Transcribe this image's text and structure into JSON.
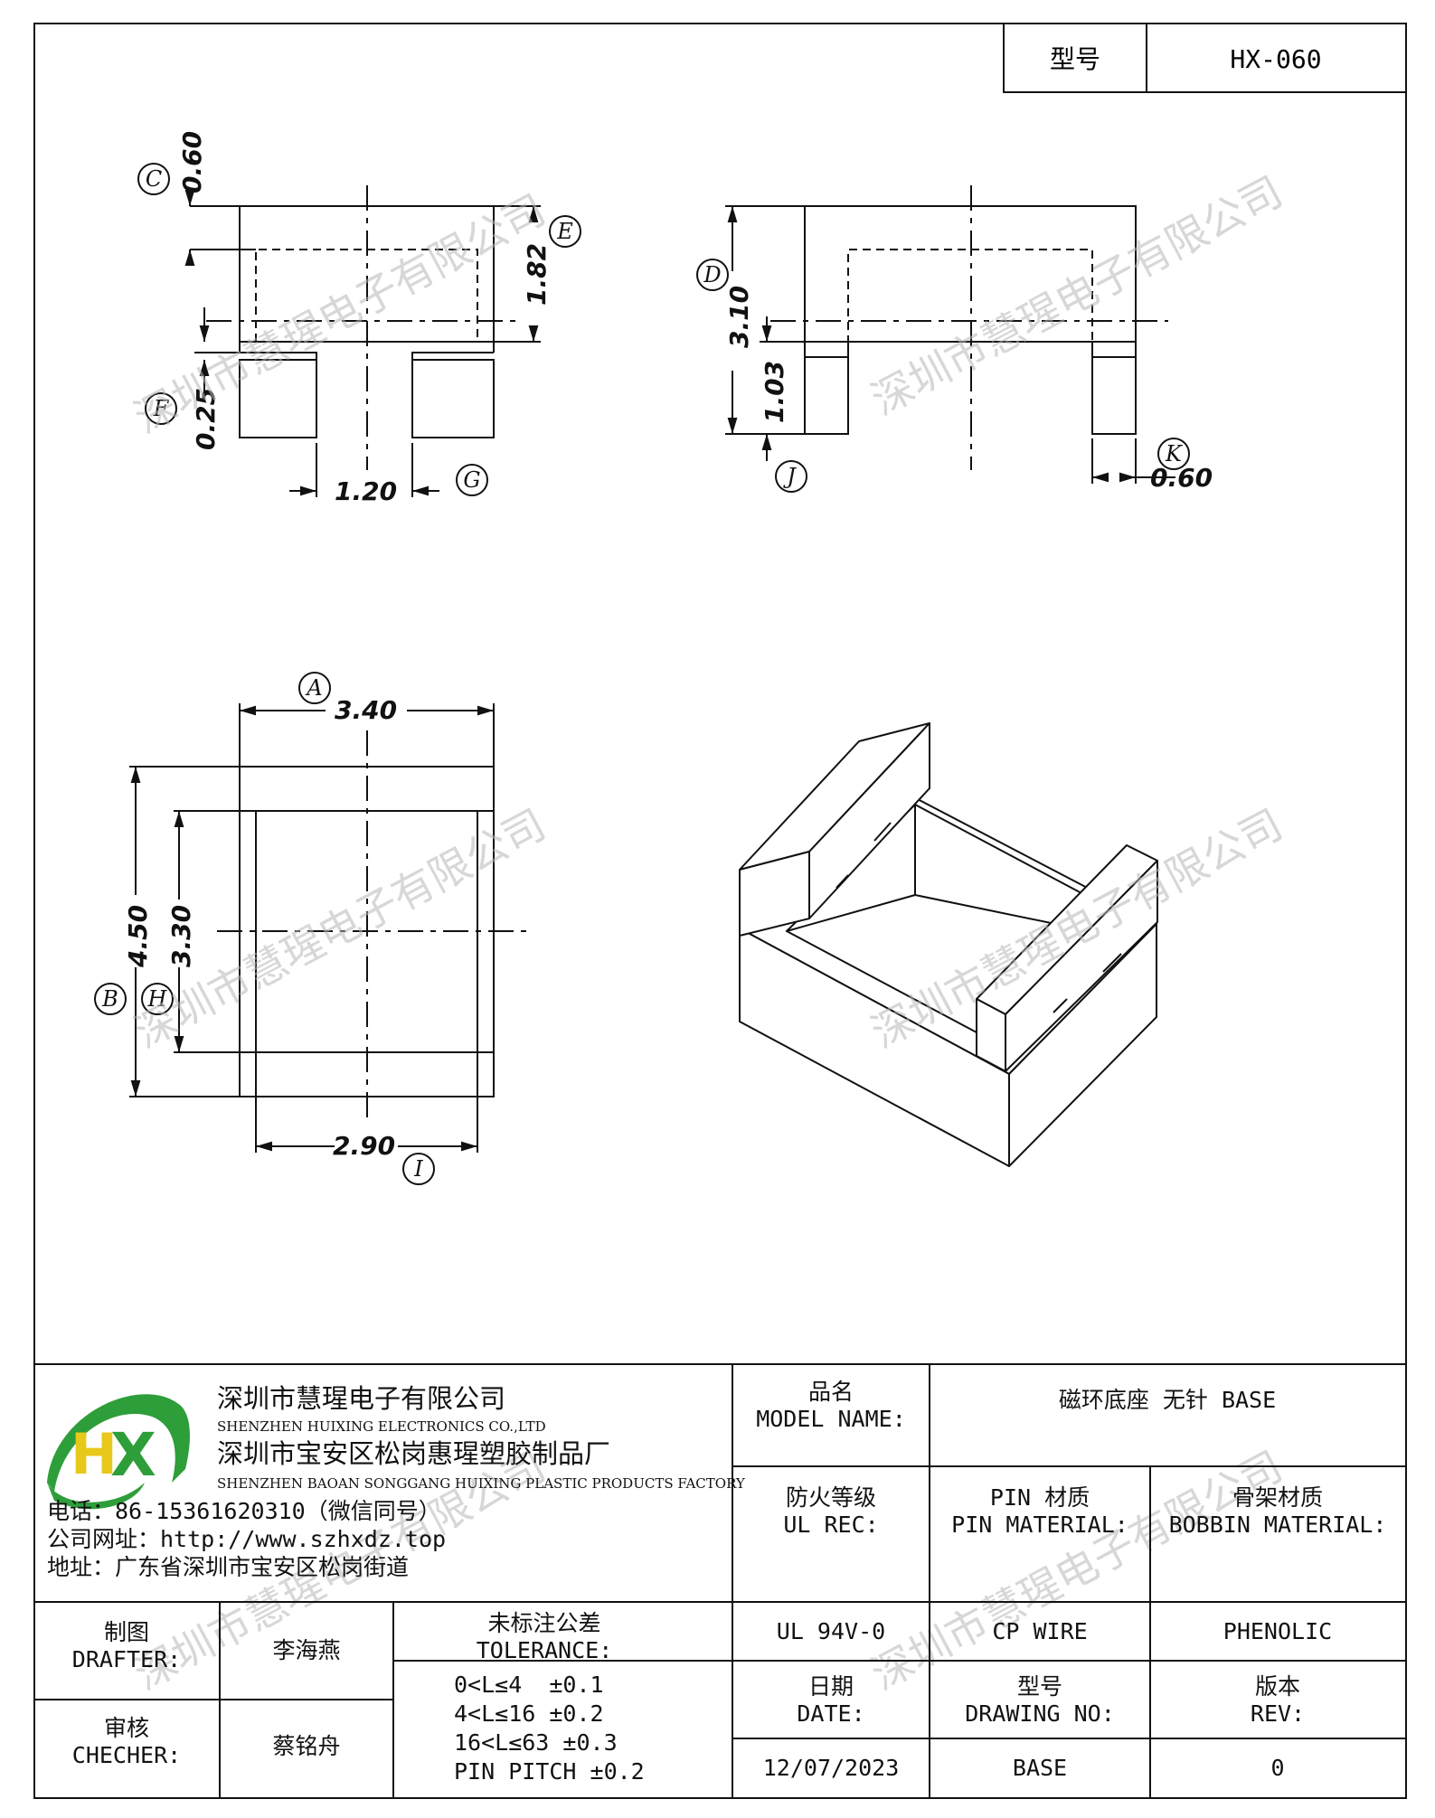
{
  "header": {
    "model_label": "型号",
    "model_value": "HX-060"
  },
  "dimensions": {
    "C": "0.60",
    "E": "1.82",
    "F": "0.25",
    "G": "1.20",
    "D": "3.10",
    "J": "1.03",
    "K": "0.60",
    "A": "3.40",
    "B": "4.50",
    "H": "3.30",
    "I": "2.90"
  },
  "callouts": [
    "A",
    "B",
    "C",
    "D",
    "E",
    "F",
    "G",
    "H",
    "I",
    "J",
    "K"
  ],
  "watermark": "深圳市慧瑆电子有限公司",
  "company": {
    "logo_letters": "HX",
    "name_cn": "深圳市慧瑆电子有限公司",
    "name_en": "SHENZHEN HUIXING ELECTRONICS CO.,LTD",
    "factory_cn": "深圳市宝安区松岗惠瑆塑胶制品厂",
    "factory_en": "SHENZHEN BAOAN SONGGANG HUIXING PLASTIC PRODUCTS FACTORY",
    "phone": "电话：86-15361620310（微信同号）",
    "website": "公司网址：http://www.szhxdz.top",
    "address": "地址：广东省深圳市宝安区松岗街道"
  },
  "title_block": {
    "model_name_cn": "品名",
    "model_name_en": "MODEL NAME:",
    "model_name_value": "磁环底座 无针 BASE",
    "ul_cn": "防火等级",
    "ul_en": "UL REC:",
    "pin_cn": "PIN 材质",
    "pin_en": "PIN MATERIAL:",
    "bobbin_cn": "骨架材质",
    "bobbin_en": "BOBBIN MATERIAL:",
    "ul_value": "UL 94V-0",
    "pin_value": "CP WIRE",
    "bobbin_value": "PHENOLIC",
    "drafter_cn": "制图",
    "drafter_en": "DRAFTER:",
    "drafter_name": "李海燕",
    "checker_cn": "审核",
    "checker_en": "CHECHER:",
    "checker_name": "蔡铭舟",
    "tolerance_cn": "未标注公差",
    "tolerance_en": "TOLERANCE:",
    "tolerance_rows": [
      "0<L≤4  ±0.1",
      "4<L≤16 ±0.2",
      "16<L≤63 ±0.3",
      "PIN PITCH ±0.2"
    ],
    "date_cn": "日期",
    "date_en": "DATE:",
    "drawing_cn": "型号",
    "drawing_en": "DRAWING NO:",
    "rev_cn": "版本",
    "rev_en": "REV:",
    "date_value": "12/07/2023",
    "drawing_value": "BASE",
    "rev_value": "0"
  },
  "colors": {
    "logo_green": "#2e9e3a",
    "logo_yellow": "#e8c81a",
    "line": "#111111"
  }
}
